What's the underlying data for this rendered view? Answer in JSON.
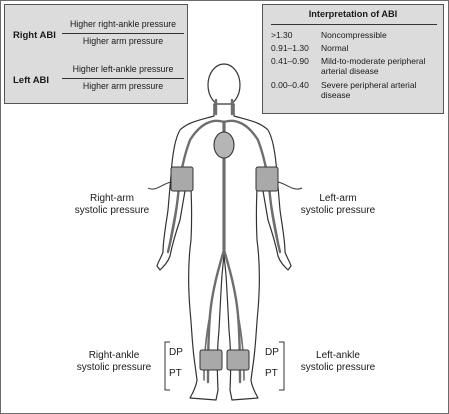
{
  "formula": {
    "right": {
      "label": "Right ABI",
      "numerator": "Higher right-ankle pressure",
      "denominator": "Higher arm pressure"
    },
    "left": {
      "label": "Left ABI",
      "numerator": "Higher left-ankle pressure",
      "denominator": "Higher arm pressure"
    }
  },
  "interpretation": {
    "title": "Interpretation of ABI",
    "rows": [
      {
        "range": ">1.30",
        "meaning": "Noncompressible"
      },
      {
        "range": "0.91–1.30",
        "meaning": "Normal"
      },
      {
        "range": "0.41–0.90",
        "meaning": "Mild-to-moderate peripheral arterial disease"
      },
      {
        "range": "0.00–0.40",
        "meaning": "Severe peripheral arterial disease"
      }
    ]
  },
  "labels": {
    "right_arm": [
      "Right-arm",
      "systolic pressure"
    ],
    "left_arm": [
      "Left-arm",
      "systolic pressure"
    ],
    "right_ankle": [
      "Right-ankle",
      "systolic pressure"
    ],
    "left_ankle": [
      "Left-ankle",
      "systolic pressure"
    ]
  },
  "sites": {
    "dp": "DP",
    "pt": "PT"
  },
  "colors": {
    "panel": "#dcdcdc",
    "cuff": "#a9a9a9",
    "vessel": "#6e6e6e",
    "outline": "#333333"
  }
}
